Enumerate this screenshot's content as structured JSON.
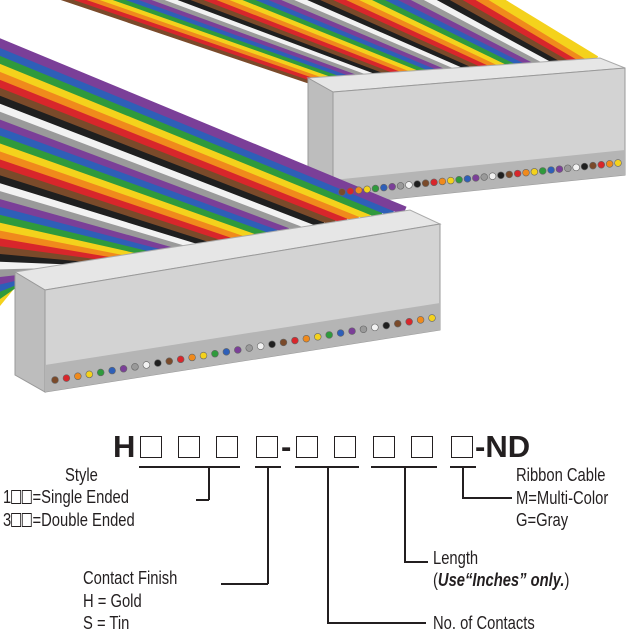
{
  "part_number": {
    "prefix": "H",
    "dash": "-",
    "suffix": "-ND"
  },
  "legend": {
    "style": {
      "title": "Style",
      "line1_prefix": "1",
      "line1_text": "=Single Ended",
      "line2_prefix": "3",
      "line2_text": "=Double Ended"
    },
    "contact_finish": {
      "title": "Contact Finish",
      "line1": "H = Gold",
      "line2": "S = Tin"
    },
    "contacts": {
      "title": "No. of Contacts"
    },
    "length": {
      "title": "Length",
      "note_open": "(",
      "note_bold": "Use“Inches” only.",
      "note_close": ")"
    },
    "ribbon": {
      "title": "Ribbon Cable",
      "line1": "M=Multi-Color",
      "line2": "G=Gray"
    }
  },
  "colors": {
    "ribbon": [
      "#7a4a2a",
      "#d8262b",
      "#f08a1c",
      "#f4d21c",
      "#2f9a3c",
      "#2e5fb8",
      "#7b3f98",
      "#9a9a9a",
      "#f2f2f2",
      "#1f1f1f"
    ],
    "connector_top": "#e4e4e4",
    "connector_front": "#cfcfcf"
  }
}
